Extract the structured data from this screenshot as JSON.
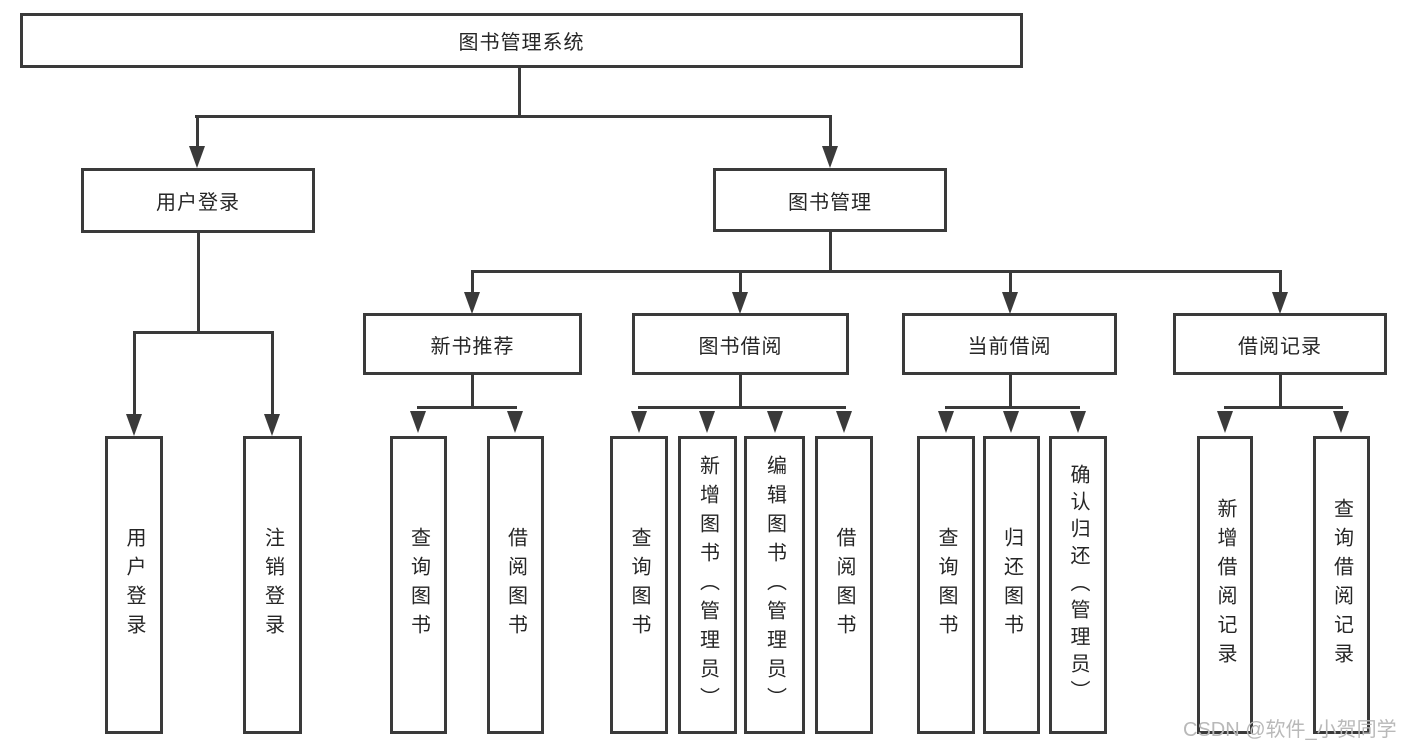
{
  "diagram": {
    "title": "图书管理系统",
    "watermark": "CSDN @软件_小贺同学",
    "colors": {
      "background": "#ffffff",
      "line": "#3a3a3a",
      "text": "#262626",
      "watermark": "#b9b9b9"
    },
    "tree": {
      "root": "图书管理系统",
      "branches": [
        {
          "label": "用户登录",
          "children": [
            "用户登录",
            "注销登录"
          ]
        },
        {
          "label": "图书管理",
          "groups": [
            {
              "label": "新书推荐",
              "children": [
                "查询图书",
                "借阅图书"
              ]
            },
            {
              "label": "图书借阅",
              "children": [
                "查询图书",
                "新增图书（管理员）",
                "编辑图书（管理员）",
                "借阅图书"
              ]
            },
            {
              "label": "当前借阅",
              "children": [
                "查询图书",
                "归还图书",
                "确认归还（管理员）"
              ]
            },
            {
              "label": "借阅记录",
              "children": [
                "新增借阅记录",
                "查询借阅记录"
              ]
            }
          ]
        }
      ]
    }
  }
}
